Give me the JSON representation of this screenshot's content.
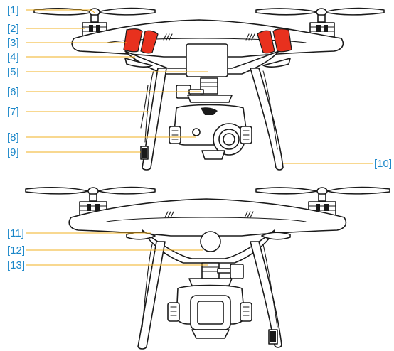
{
  "callouts": {
    "top": [
      "[1]",
      "[2]",
      "[3]",
      "[4]",
      "[5]",
      "[6]",
      "[7]",
      "[8]",
      "[9]",
      "[10]"
    ],
    "bottom": [
      "[11]",
      "[12]",
      "[13]"
    ]
  },
  "colors": {
    "callout_text": "#1a86c8",
    "leader_line": "#f2b020",
    "led_band": "#e8311e",
    "ink": "#1a1a1a"
  }
}
